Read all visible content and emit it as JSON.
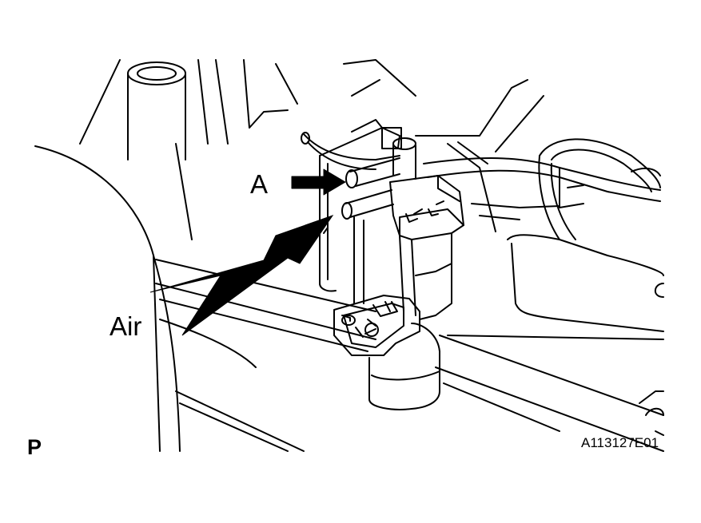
{
  "figure": {
    "labels": {
      "a": "A",
      "air": "Air",
      "view_mark": "P",
      "illustration_code": "A113127E01"
    },
    "colors": {
      "line": "#000000",
      "background": "#ffffff",
      "arrow_fill": "#000000"
    }
  }
}
